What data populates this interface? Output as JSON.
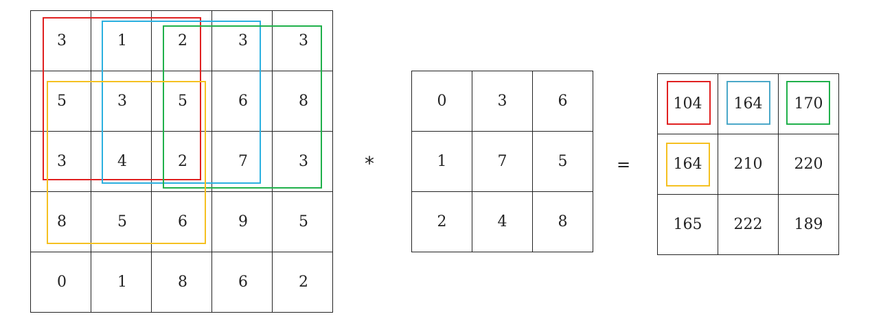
{
  "input_matrix": [
    [
      "3",
      "1",
      "2",
      "3",
      "3"
    ],
    [
      "5",
      "3",
      "5",
      "6",
      "8"
    ],
    [
      "3",
      "4",
      "2",
      "7",
      "3"
    ],
    [
      "8",
      "5",
      "6",
      "9",
      "5"
    ],
    [
      "0",
      "1",
      "8",
      "6",
      "2"
    ]
  ],
  "operator_convolution": "*",
  "kernel_matrix": [
    [
      "0",
      "3",
      "6"
    ],
    [
      "1",
      "7",
      "5"
    ],
    [
      "2",
      "4",
      "8"
    ]
  ],
  "operator_equals": "=",
  "output_matrix": [
    [
      "104",
      "164",
      "170"
    ],
    [
      "164",
      "210",
      "220"
    ],
    [
      "165",
      "222",
      "189"
    ]
  ],
  "highlight_colors": {
    "red": "#e02020",
    "blue": "#2ab0e0",
    "green": "#1fb04a",
    "yellow": "#f5c020",
    "teal": "#4aa8c8"
  }
}
